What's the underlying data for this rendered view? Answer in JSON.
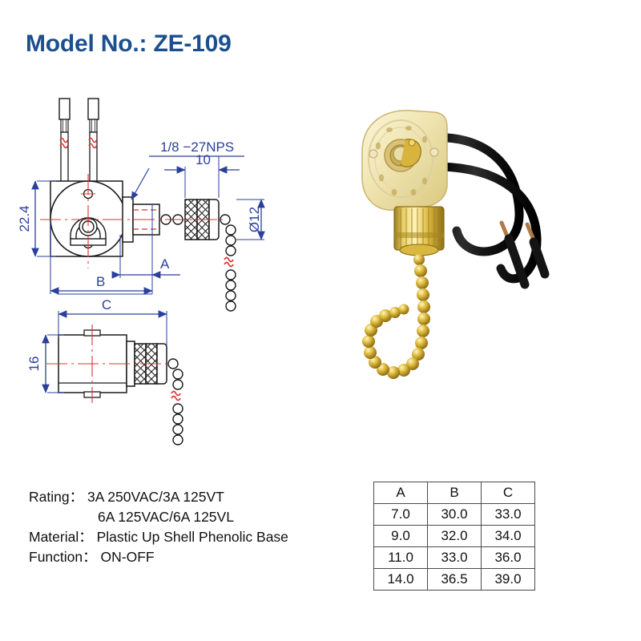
{
  "title": "Model No.: ZE-109",
  "theme": {
    "title_color": "#1b4f8f",
    "dimension_color": "#2b3f9e",
    "centerline_color": "#e03030",
    "outline_color": "#1a1a1a",
    "brass_color": "#d4af37",
    "plastic_color": "#f2ecc0",
    "wire_color": "#151515"
  },
  "drawing": {
    "front_view": {
      "name": "front-view",
      "labels": {
        "thread": "1/8 -27NPS",
        "nut_length": "10",
        "chain_diameter": "ø12",
        "body_height": "22.4",
        "dim_a": "A",
        "dim_b": "B"
      }
    },
    "side_view": {
      "name": "side-view",
      "labels": {
        "dim_c": "C",
        "body_width": "16"
      }
    }
  },
  "photo": {
    "alt": "brass pull chain rotary switch with two black lead wires",
    "parts": [
      "plastic-housing",
      "brass-collar-nut",
      "bead-chain",
      "lead-wires"
    ]
  },
  "specs": {
    "rating_label": "Rating：",
    "rating_line1": "3A 250VAC/3A 125VT",
    "rating_line2": "6A 125VAC/6A 125VL",
    "material_label": "Material：",
    "material_value": "Plastic Up Shell  Phenolic Base",
    "function_label": "Function：",
    "function_value": "ON-OFF"
  },
  "table": {
    "headers": [
      "A",
      "B",
      "C"
    ],
    "rows": [
      [
        "7.0",
        "30.0",
        "33.0"
      ],
      [
        "9.0",
        "32.0",
        "34.0"
      ],
      [
        "11.0",
        "33.0",
        "36.0"
      ],
      [
        "14.0",
        "36.5",
        "39.0"
      ]
    ]
  }
}
